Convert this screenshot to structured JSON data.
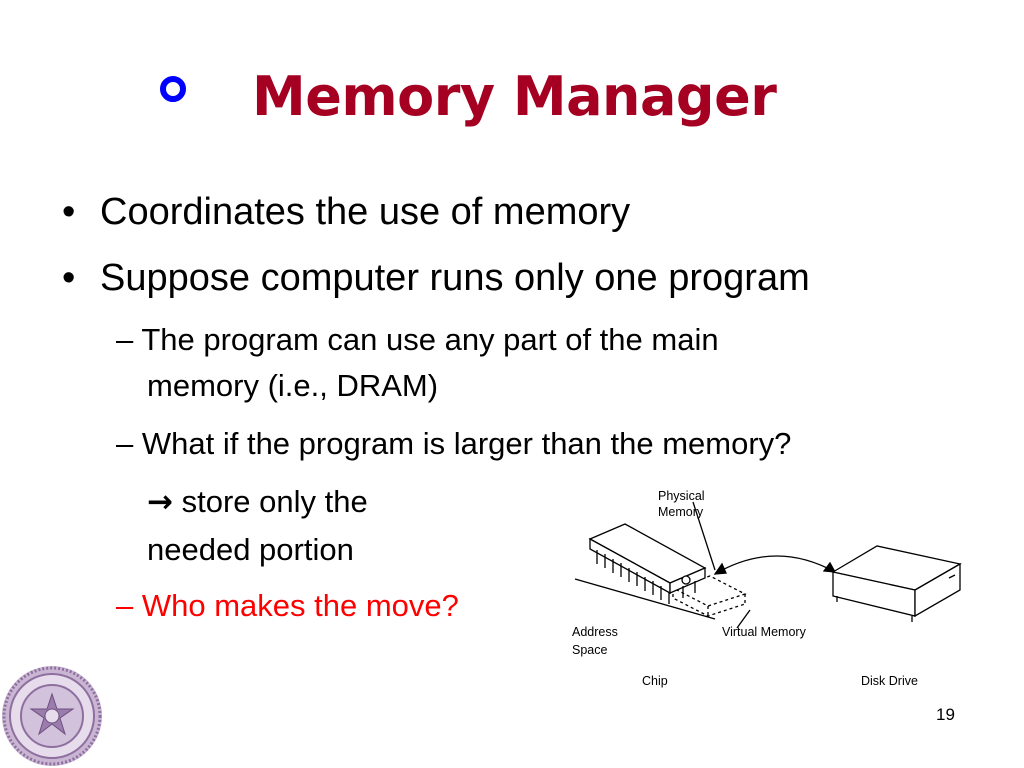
{
  "slide": {
    "title": "Memory Manager",
    "bullets": [
      {
        "marker": "•",
        "text": "Coordinates the use of memory"
      },
      {
        "marker": "•",
        "text": "Suppose computer runs only one program"
      }
    ],
    "sub_bullets": [
      {
        "marker": "–",
        "line1": "The program can use any part of the main",
        "line2": "memory (i.e., DRAM)"
      },
      {
        "marker": "–",
        "line1": "What if the program is larger than the memory?"
      }
    ],
    "arrow_note": {
      "arrow": "→",
      "line1": "store only the",
      "line2": "needed portion"
    },
    "question": {
      "marker": "–",
      "text": "Who makes the move?"
    },
    "page_number": "19"
  },
  "diagram": {
    "physical_memory": [
      "Physical",
      "Memory"
    ],
    "address_space": [
      "Address",
      "Space"
    ],
    "virtual_memory": "Virtual Memory",
    "chip": "Chip",
    "disk_drive": "Disk Drive"
  },
  "colors": {
    "title": "#a50021",
    "title_marker": "#0000ff",
    "question": "#ff0000",
    "seal": "#8e6f9f"
  }
}
